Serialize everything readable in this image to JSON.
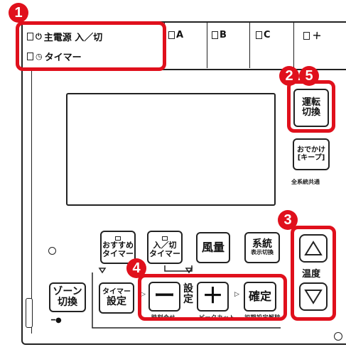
{
  "top_indicators": {
    "main_power_label": "主電源 入／切",
    "timer_label": "タイマー",
    "zones": [
      "A",
      "B",
      "C"
    ],
    "fan_zone_icon": "fan-icon"
  },
  "buttons": {
    "run_switch": {
      "line1": "運転",
      "line2": "切換",
      "caption": "運転切換"
    },
    "away_keep": {
      "line1": "おでかけ",
      "line2": "[キープ]",
      "caption": "全系統共通"
    },
    "recommended_timer": {
      "line1": "おすすめ",
      "line2": "タイマー"
    },
    "onoff_timer": {
      "line1": "入／切",
      "line2": "タイマー"
    },
    "fan_speed": {
      "label": "風量"
    },
    "system_display": {
      "line1": "系統",
      "line2": "表示切換"
    },
    "zone_switch": {
      "line1": "ゾーン",
      "line2": "切換"
    },
    "timer_setting": {
      "line1": "タイマー",
      "line2": "設定"
    },
    "minus": {
      "label": "ー",
      "caption": "時刻合せ"
    },
    "setting_center": {
      "label": "設定"
    },
    "plus": {
      "label": "＋",
      "caption": "ピークカット"
    },
    "confirm": {
      "label": "確定",
      "caption": "初期設定解除"
    },
    "temp_up": {
      "icon": "triangle-up-icon"
    },
    "temp_label": "温度",
    "temp_down": {
      "icon": "triangle-down-icon"
    }
  },
  "callouts": [
    "1",
    "2",
    "5",
    "3",
    "4"
  ],
  "colors": {
    "highlight": "#e0101c",
    "outline": "#222222",
    "background": "#ffffff"
  }
}
